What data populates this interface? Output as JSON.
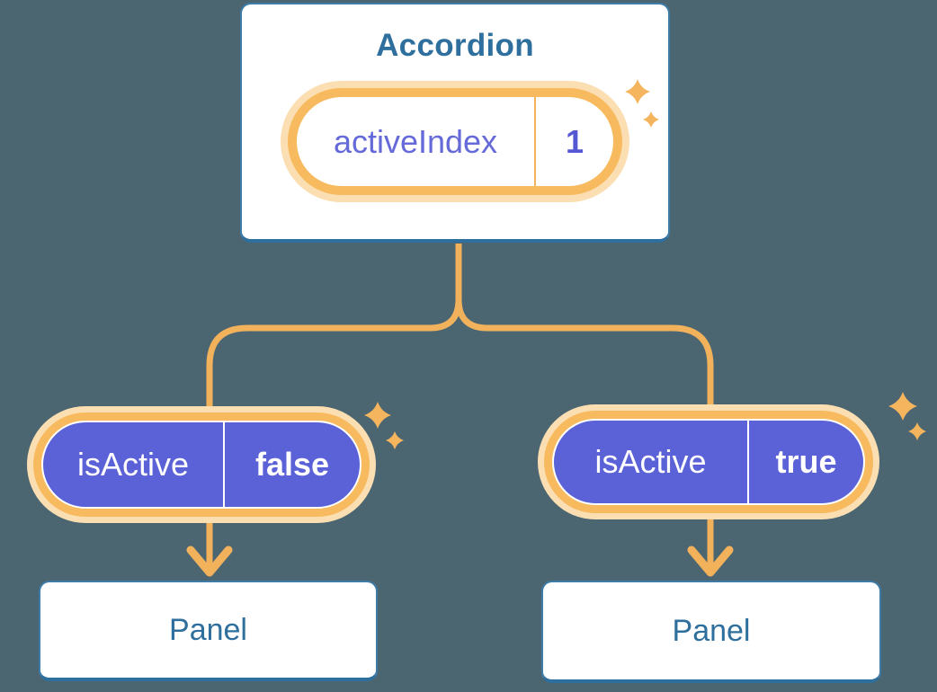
{
  "accordion": {
    "title": "Accordion",
    "state": {
      "label": "activeIndex",
      "value": "1"
    }
  },
  "props": [
    {
      "label": "isActive",
      "value": "false"
    },
    {
      "label": "isActive",
      "value": "true"
    }
  ],
  "panels": [
    {
      "title": "Panel"
    },
    {
      "title": "Panel"
    }
  ],
  "colors": {
    "bg": "#4C6671",
    "card-border": "#3E7BA7",
    "card-border-bottom": "#2E6F9E",
    "heading": "#2E6F9D",
    "orange-line": "#F2B25C",
    "orange-ring": "#F8BA5F",
    "orange-glow": "#FBDFB2",
    "orange-divider": "#F3B25B",
    "purple": "#5B61D6",
    "purple-text": "#666AD9",
    "purple-text-bold": "#5458D2",
    "sparkle": "#F5B45E"
  }
}
